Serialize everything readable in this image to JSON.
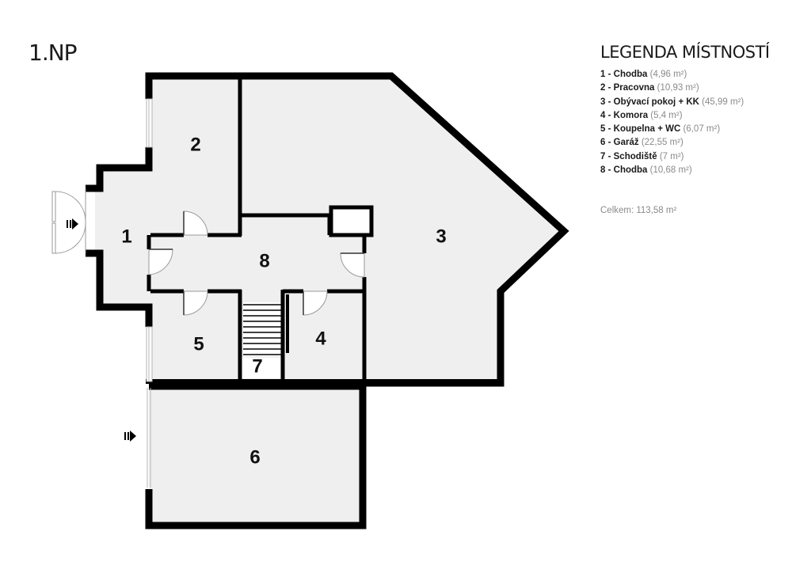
{
  "floor": "1.NP",
  "legend": {
    "title": "LEGENDA MÍSTNOSTÍ",
    "rooms": [
      {
        "no": "1",
        "name": "Chodba",
        "area": "(4,96 m²)"
      },
      {
        "no": "2",
        "name": "Pracovna",
        "area": "(10,93 m²)"
      },
      {
        "no": "3",
        "name": "Obývací pokoj + KK",
        "area": "(45,99 m²)"
      },
      {
        "no": "4",
        "name": "Komora",
        "area": "(5,4 m²)"
      },
      {
        "no": "5",
        "name": "Koupelna + WC",
        "area": "(6,07 m²)"
      },
      {
        "no": "6",
        "name": "Garáž",
        "area": "(22,55 m²)"
      },
      {
        "no": "7",
        "name": "Schodiště",
        "area": "(7 m²)"
      },
      {
        "no": "8",
        "name": "Chodba",
        "area": "(10,68 m²)"
      }
    ],
    "total": "Celkem: 113,58 m²"
  },
  "plan": {
    "room_labels": [
      "1",
      "2",
      "3",
      "4",
      "5",
      "6",
      "7",
      "8"
    ],
    "colors": {
      "wall": "#000000",
      "floor": "#efefef",
      "door": "#ffffff"
    }
  }
}
